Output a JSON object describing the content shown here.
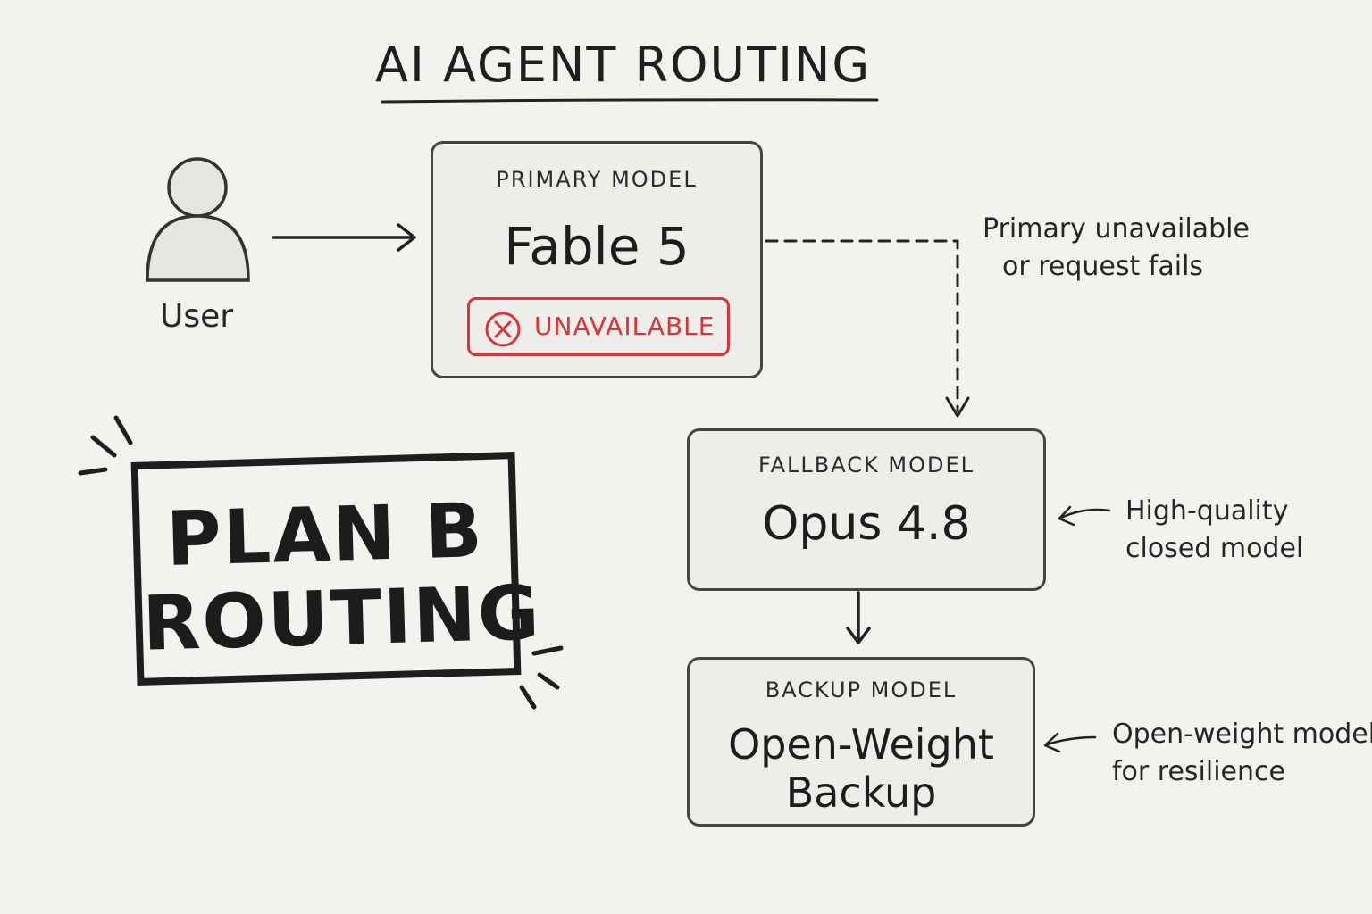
{
  "title": "AI AGENT ROUTING",
  "user": {
    "label": "User",
    "icon": "user-icon"
  },
  "primary": {
    "caption": "PRIMARY MODEL",
    "name": "Fable 5",
    "status": "UNAVAILABLE",
    "status_icon": "x-circle-icon",
    "status_color": "#d6353a"
  },
  "fallback": {
    "caption": "FALLBACK MODEL",
    "name": "Opus 4.8",
    "note_lines": [
      "High-quality",
      "closed model"
    ]
  },
  "backup": {
    "caption": "BACKUP MODEL",
    "name_lines": [
      "Open-Weight",
      "Backup"
    ],
    "note_lines": [
      "Open-weight model",
      "for resilience"
    ]
  },
  "failover_note_lines": [
    "Primary unavailable",
    "or request fails"
  ],
  "stamp_lines": [
    "PLAN B",
    "ROUTING"
  ]
}
